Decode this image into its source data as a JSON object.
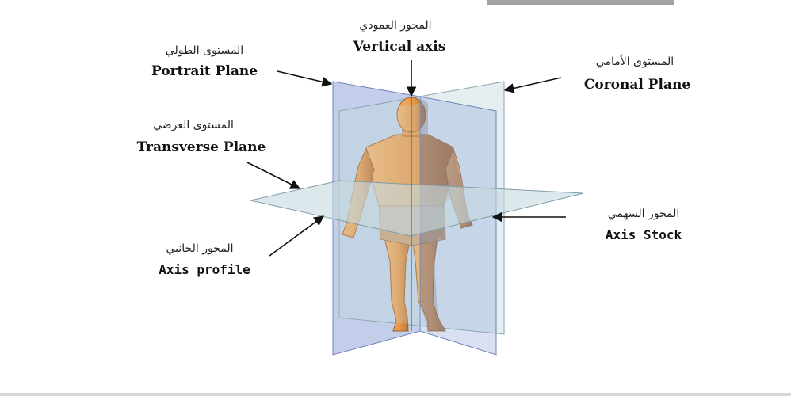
{
  "labels": {
    "vertical_axis": {
      "ar": "المحور العمودي",
      "en": "Vertical axis"
    },
    "portrait_plane": {
      "ar": "المستوى الطولي",
      "en": "Portrait Plane"
    },
    "coronal_plane": {
      "ar": "المستوى الأمامي",
      "en": "Coronal Plane"
    },
    "transverse_plane": {
      "ar": "المستوى العرضي",
      "en": "Transverse Plane"
    },
    "axis_profile": {
      "ar": "المحور الجانبي",
      "en": "Axis profile"
    },
    "axis_stock": {
      "ar": "المحور السهمي",
      "en": "Axis Stock"
    }
  },
  "colors": {
    "plane_blue": "#8fa6d8",
    "plane_light": "#c4d9e0",
    "skin": "#e9a45a",
    "skin_shadow": "#b9702e",
    "arrow": "#111111"
  }
}
